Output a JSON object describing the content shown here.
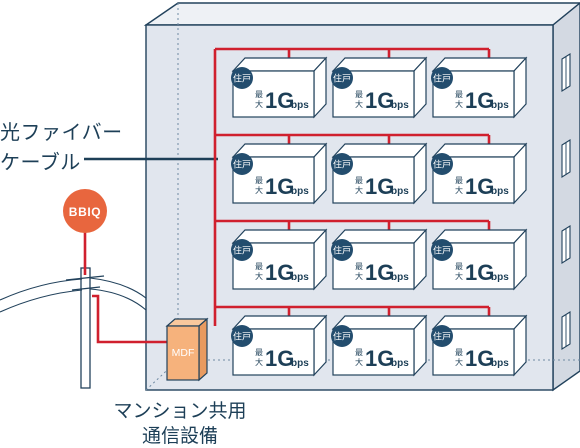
{
  "fiber_cable_label": [
    "光ファイバー",
    "ケーブル"
  ],
  "provider_badge": "BBIQ",
  "mdf_box_label": "MDF",
  "shared_equipment_label": [
    "マンション共用",
    "通信設備"
  ],
  "unit": {
    "tag": "住戸",
    "speed_prefix": [
      "最",
      "大"
    ],
    "speed_value": "1G",
    "speed_unit": "bps"
  },
  "units_per_floor": 3,
  "floor_count": 4,
  "colors": {
    "fiber_red": "#d0202e",
    "cable_navy": "#1d3f57",
    "building_face": "#e1e6ee",
    "building_side": "#d3d9e2",
    "building_stroke": "#22425c",
    "badge_orange": "#e8663e",
    "mdf_orange": "#f6b27c",
    "unit_tag_navy": "#234d6e"
  }
}
